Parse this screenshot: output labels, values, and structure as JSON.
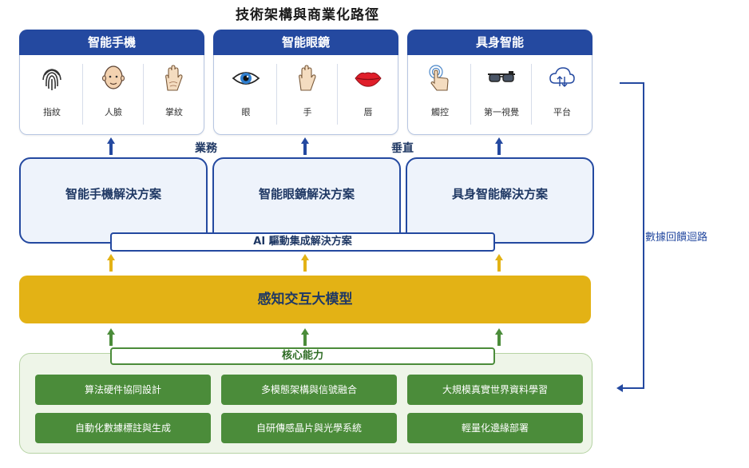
{
  "title": "技術架構與商業化路徑",
  "cards": [
    {
      "header": "智能手機",
      "items": [
        {
          "label": "指紋",
          "icon": "fingerprint-icon"
        },
        {
          "label": "人臉",
          "icon": "face-icon"
        },
        {
          "label": "掌紋",
          "icon": "palm-icon"
        }
      ]
    },
    {
      "header": "智能眼鏡",
      "items": [
        {
          "label": "眼",
          "icon": "eye-icon"
        },
        {
          "label": "手",
          "icon": "hand-icon"
        },
        {
          "label": "唇",
          "icon": "lips-icon"
        }
      ]
    },
    {
      "header": "具身智能",
      "items": [
        {
          "label": "觸控",
          "icon": "touch-icon"
        },
        {
          "label": "第一視覺",
          "icon": "smart-glasses-icon"
        },
        {
          "label": "平台",
          "icon": "cloud-platform-icon"
        }
      ]
    }
  ],
  "vertical_labels": {
    "left": "業務",
    "right": "垂直"
  },
  "solutions": [
    "智能手機解決方案",
    "智能眼鏡解決方案",
    "具身智能解決方案"
  ],
  "ai_bar": "AI 驅動集成解決方案",
  "model": "感知交互大模型",
  "core_title": "核心能力",
  "capabilities": [
    "算法硬件協同設計",
    "多模態架構與信號融合",
    "大規模真實世界資料學習",
    "自動化數據標註與生成",
    "自研傳感晶片與光學系統",
    "輕量化邊緣部署"
  ],
  "feedback_label": "數據回饋迴路",
  "colors": {
    "blue": "#2449a0",
    "gold": "#e3b215",
    "green": "#4b8c3a",
    "light_blue": "#eef3fb",
    "light_green": "#eef5e8"
  }
}
